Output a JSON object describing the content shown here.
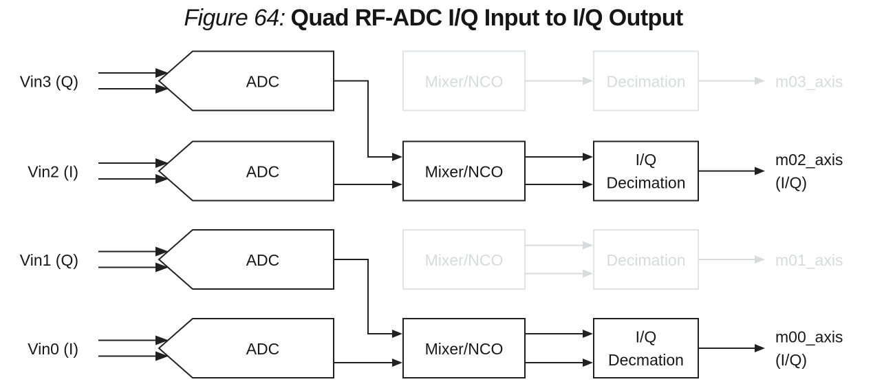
{
  "figure": {
    "label": "Figure 64:",
    "title": "Quad RF-ADC I/Q Input to I/Q Output"
  },
  "colors": {
    "line": "#212121",
    "text": "#161616",
    "inactive": "#d8dadc",
    "inactive_border": "#e2e3e5",
    "background": "#ffffff"
  },
  "rows": [
    {
      "id": "vin3",
      "active": false,
      "input_label": "Vin3 (Q)",
      "adc_label": "ADC",
      "mixer_label": "Mixer/NCO",
      "decimation_label": "Decimation",
      "output_label": "m03_axis"
    },
    {
      "id": "vin2",
      "active": true,
      "input_label": "Vin2 (I)",
      "adc_label": "ADC",
      "mixer_label": "Mixer/NCO",
      "decimation_line1": "I/Q",
      "decimation_line2": "Decimation",
      "output_line1": "m02_axis",
      "output_line2": "(I/Q)"
    },
    {
      "id": "vin1",
      "active": false,
      "input_label": "Vin1 (Q)",
      "adc_label": "ADC",
      "mixer_label": "Mixer/NCO",
      "decimation_label": "Decimation",
      "output_label": "m01_axis"
    },
    {
      "id": "vin0",
      "active": true,
      "input_label": "Vin0 (I)",
      "adc_label": "ADC",
      "mixer_label": "Mixer/NCO",
      "decimation_line1": "I/Q",
      "decimation_line2": "Decmation",
      "output_line1": "m00_axis",
      "output_line2": "(I/Q)"
    }
  ]
}
